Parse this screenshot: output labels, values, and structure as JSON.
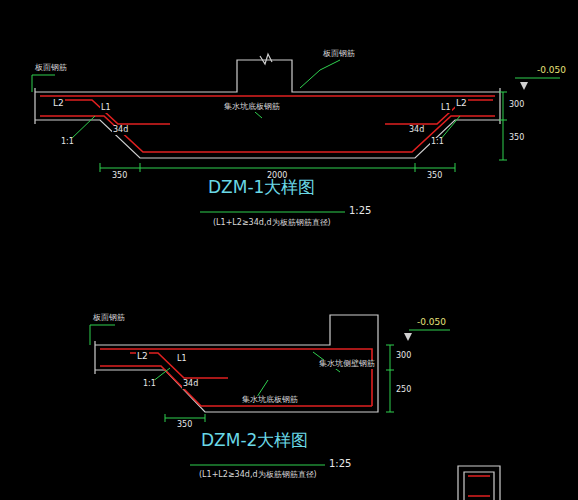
{
  "diagram": {
    "labels": [
      "板面钢筋",
      "板面钢筋",
      "L2",
      "L1",
      "34d",
      "1:1",
      "L2",
      "L1",
      "34d",
      "1:1",
      "集水坑底板钢筋",
      "-0.050",
      "300",
      "350",
      "350",
      "2000",
      "350",
      "DZM-1大样图",
      "1:25",
      "(L1+L2≥34d,d为板筋钢筋直径)",
      "板面钢筋",
      "L2",
      "L1",
      "34d",
      "1:1",
      "集水坑侧壁钢筋",
      "集水坑底板钢筋",
      "-0.050",
      "300",
      "250",
      "350",
      "DZM-2大样图",
      "1:25",
      "(L1+L2≥34d,d为板筋钢筋直径)"
    ]
  }
}
